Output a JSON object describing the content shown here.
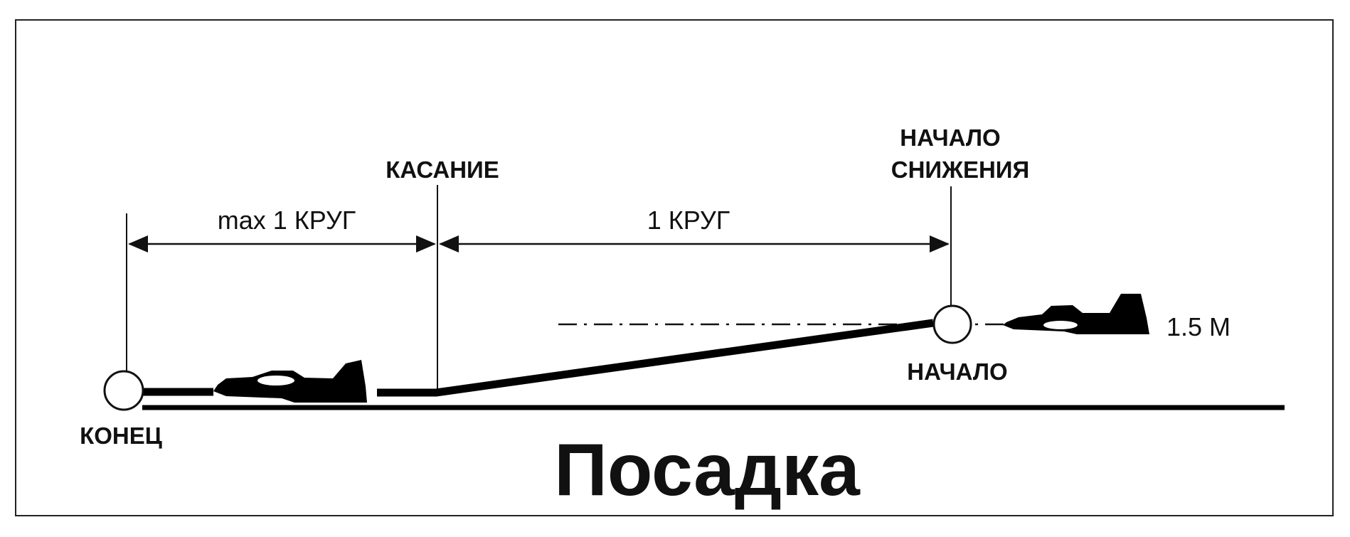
{
  "labels": {
    "touchdown": "КАСАНИЕ",
    "descent_start_line1": "НАЧАЛО",
    "descent_start_line2": "СНИЖЕНИЯ",
    "max_one_lap": "max 1 КРУГ",
    "one_lap": "1 КРУГ",
    "height": "1.5 М",
    "start": "НАЧАЛО",
    "end": "КОНЕЦ",
    "title": "Посадка"
  },
  "colors": {
    "ink": "#111111",
    "background": "#ffffff"
  }
}
